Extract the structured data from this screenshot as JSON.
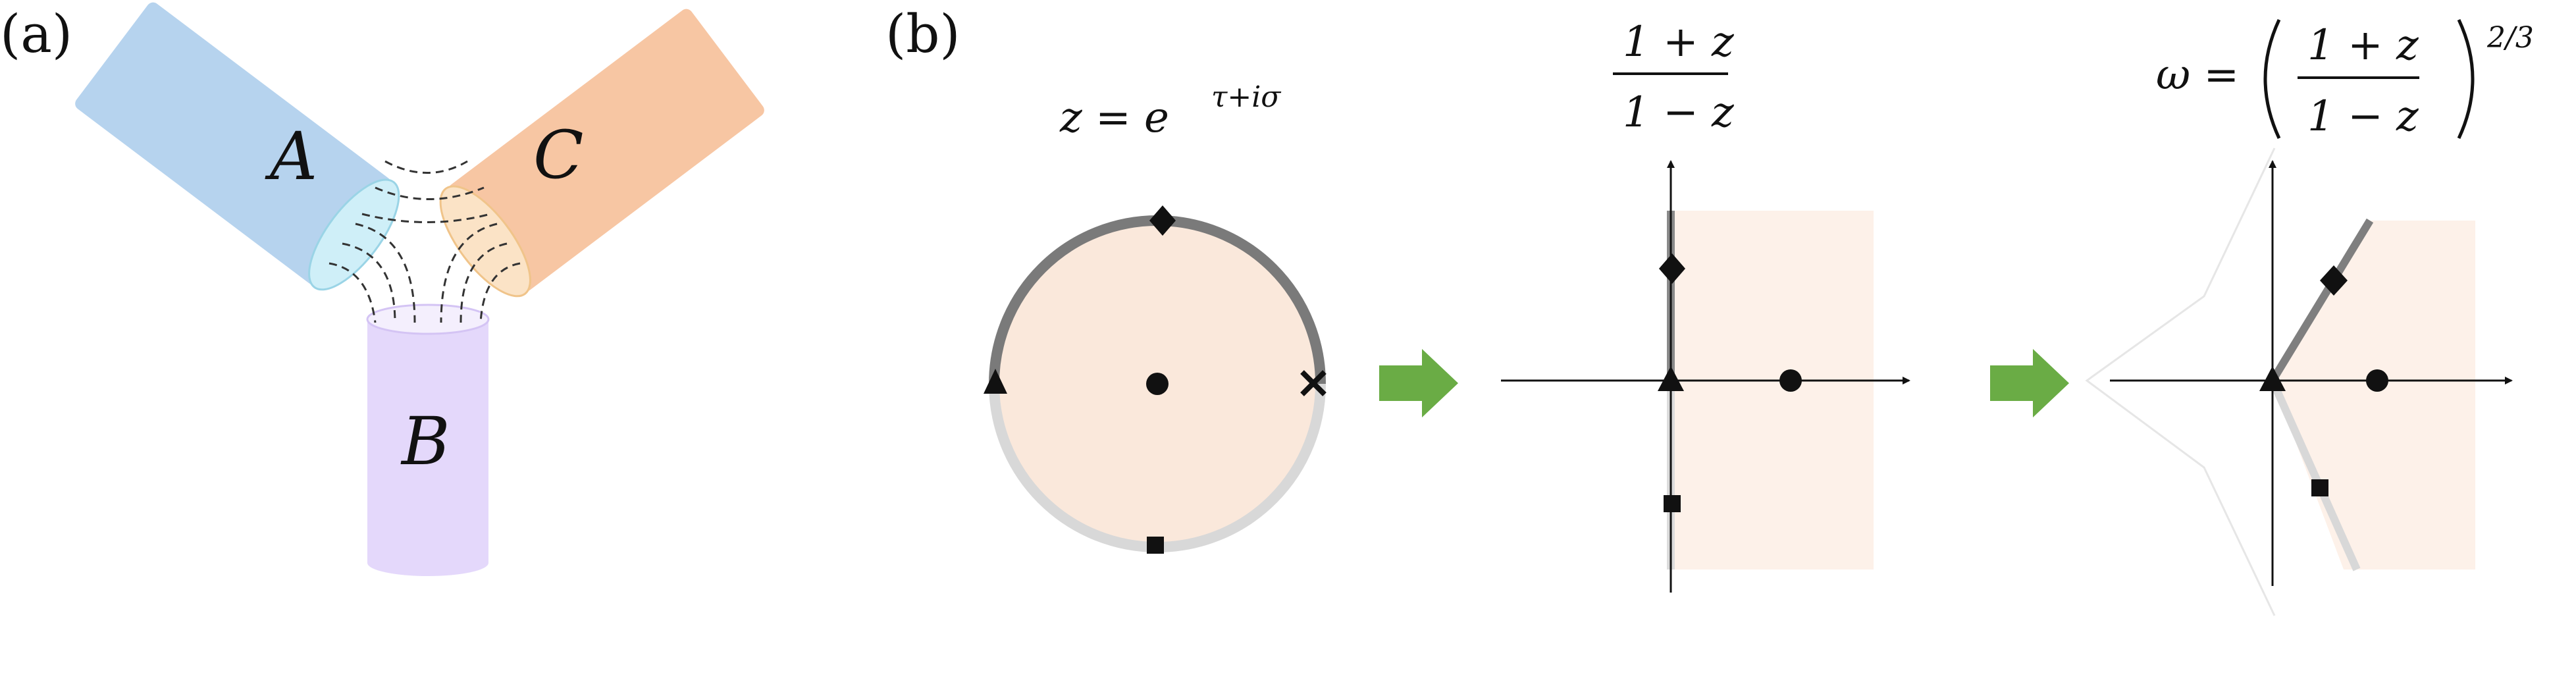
{
  "panels": {
    "a_label": "(a)",
    "b_label": "(b)"
  },
  "tubes": {
    "a": "A",
    "b": "B",
    "c": "C",
    "colors": {
      "a": "#b6d3ee",
      "a_end": "#cfeff8",
      "b": "#e4d8fb",
      "b_end": "#efe7fd",
      "c": "#f7c6a3",
      "c_end": "#fbe3c6"
    }
  },
  "formulas": {
    "map1_lhs": "z = e",
    "map1_exp": "τ+iσ",
    "map2_num": "1 + z",
    "map2_den": "1 − z",
    "map3_lhs": "ω =",
    "map3_num": "1 + z",
    "map3_den": "1 − z",
    "map3_exp": "2/3"
  },
  "markers": {
    "triangle": "triangle",
    "diamond": "diamond",
    "circle": "circle",
    "square": "square",
    "cross": "cross-icon"
  },
  "colors": {
    "region_fill": "#fae8db",
    "region_fill_light": "#fdf1e9",
    "arrow_green": "#6aac45",
    "dark_gray": "#7a7a7a",
    "light_gray": "#d8d8d8"
  }
}
